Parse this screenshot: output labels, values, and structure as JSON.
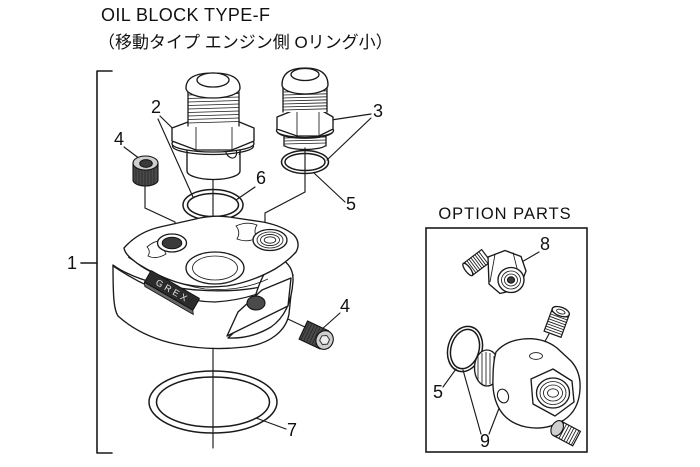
{
  "title": {
    "line1": "OIL BLOCK TYPE-F",
    "line2": "（移動タイプ エンジン側 Oリング小）"
  },
  "option_box": {
    "title": "OPTION PARTS"
  },
  "logo_plate": {
    "text": "GREX"
  },
  "part_labels": {
    "assembly": "1",
    "fitting_large": "2",
    "fitting_small": "3",
    "plug_top": "4",
    "plug_side": "4",
    "oring_fitting_small": "5",
    "oring_fitting_large": "6",
    "oring_base": "7",
    "adapter_option": "8",
    "relocation_set": "9",
    "oring_option": "5"
  },
  "colors": {
    "line": "#1a1a1a",
    "dark_fill": "#4a4a4a",
    "plate_fill": "#2b2b2b",
    "background": "#ffffff"
  }
}
